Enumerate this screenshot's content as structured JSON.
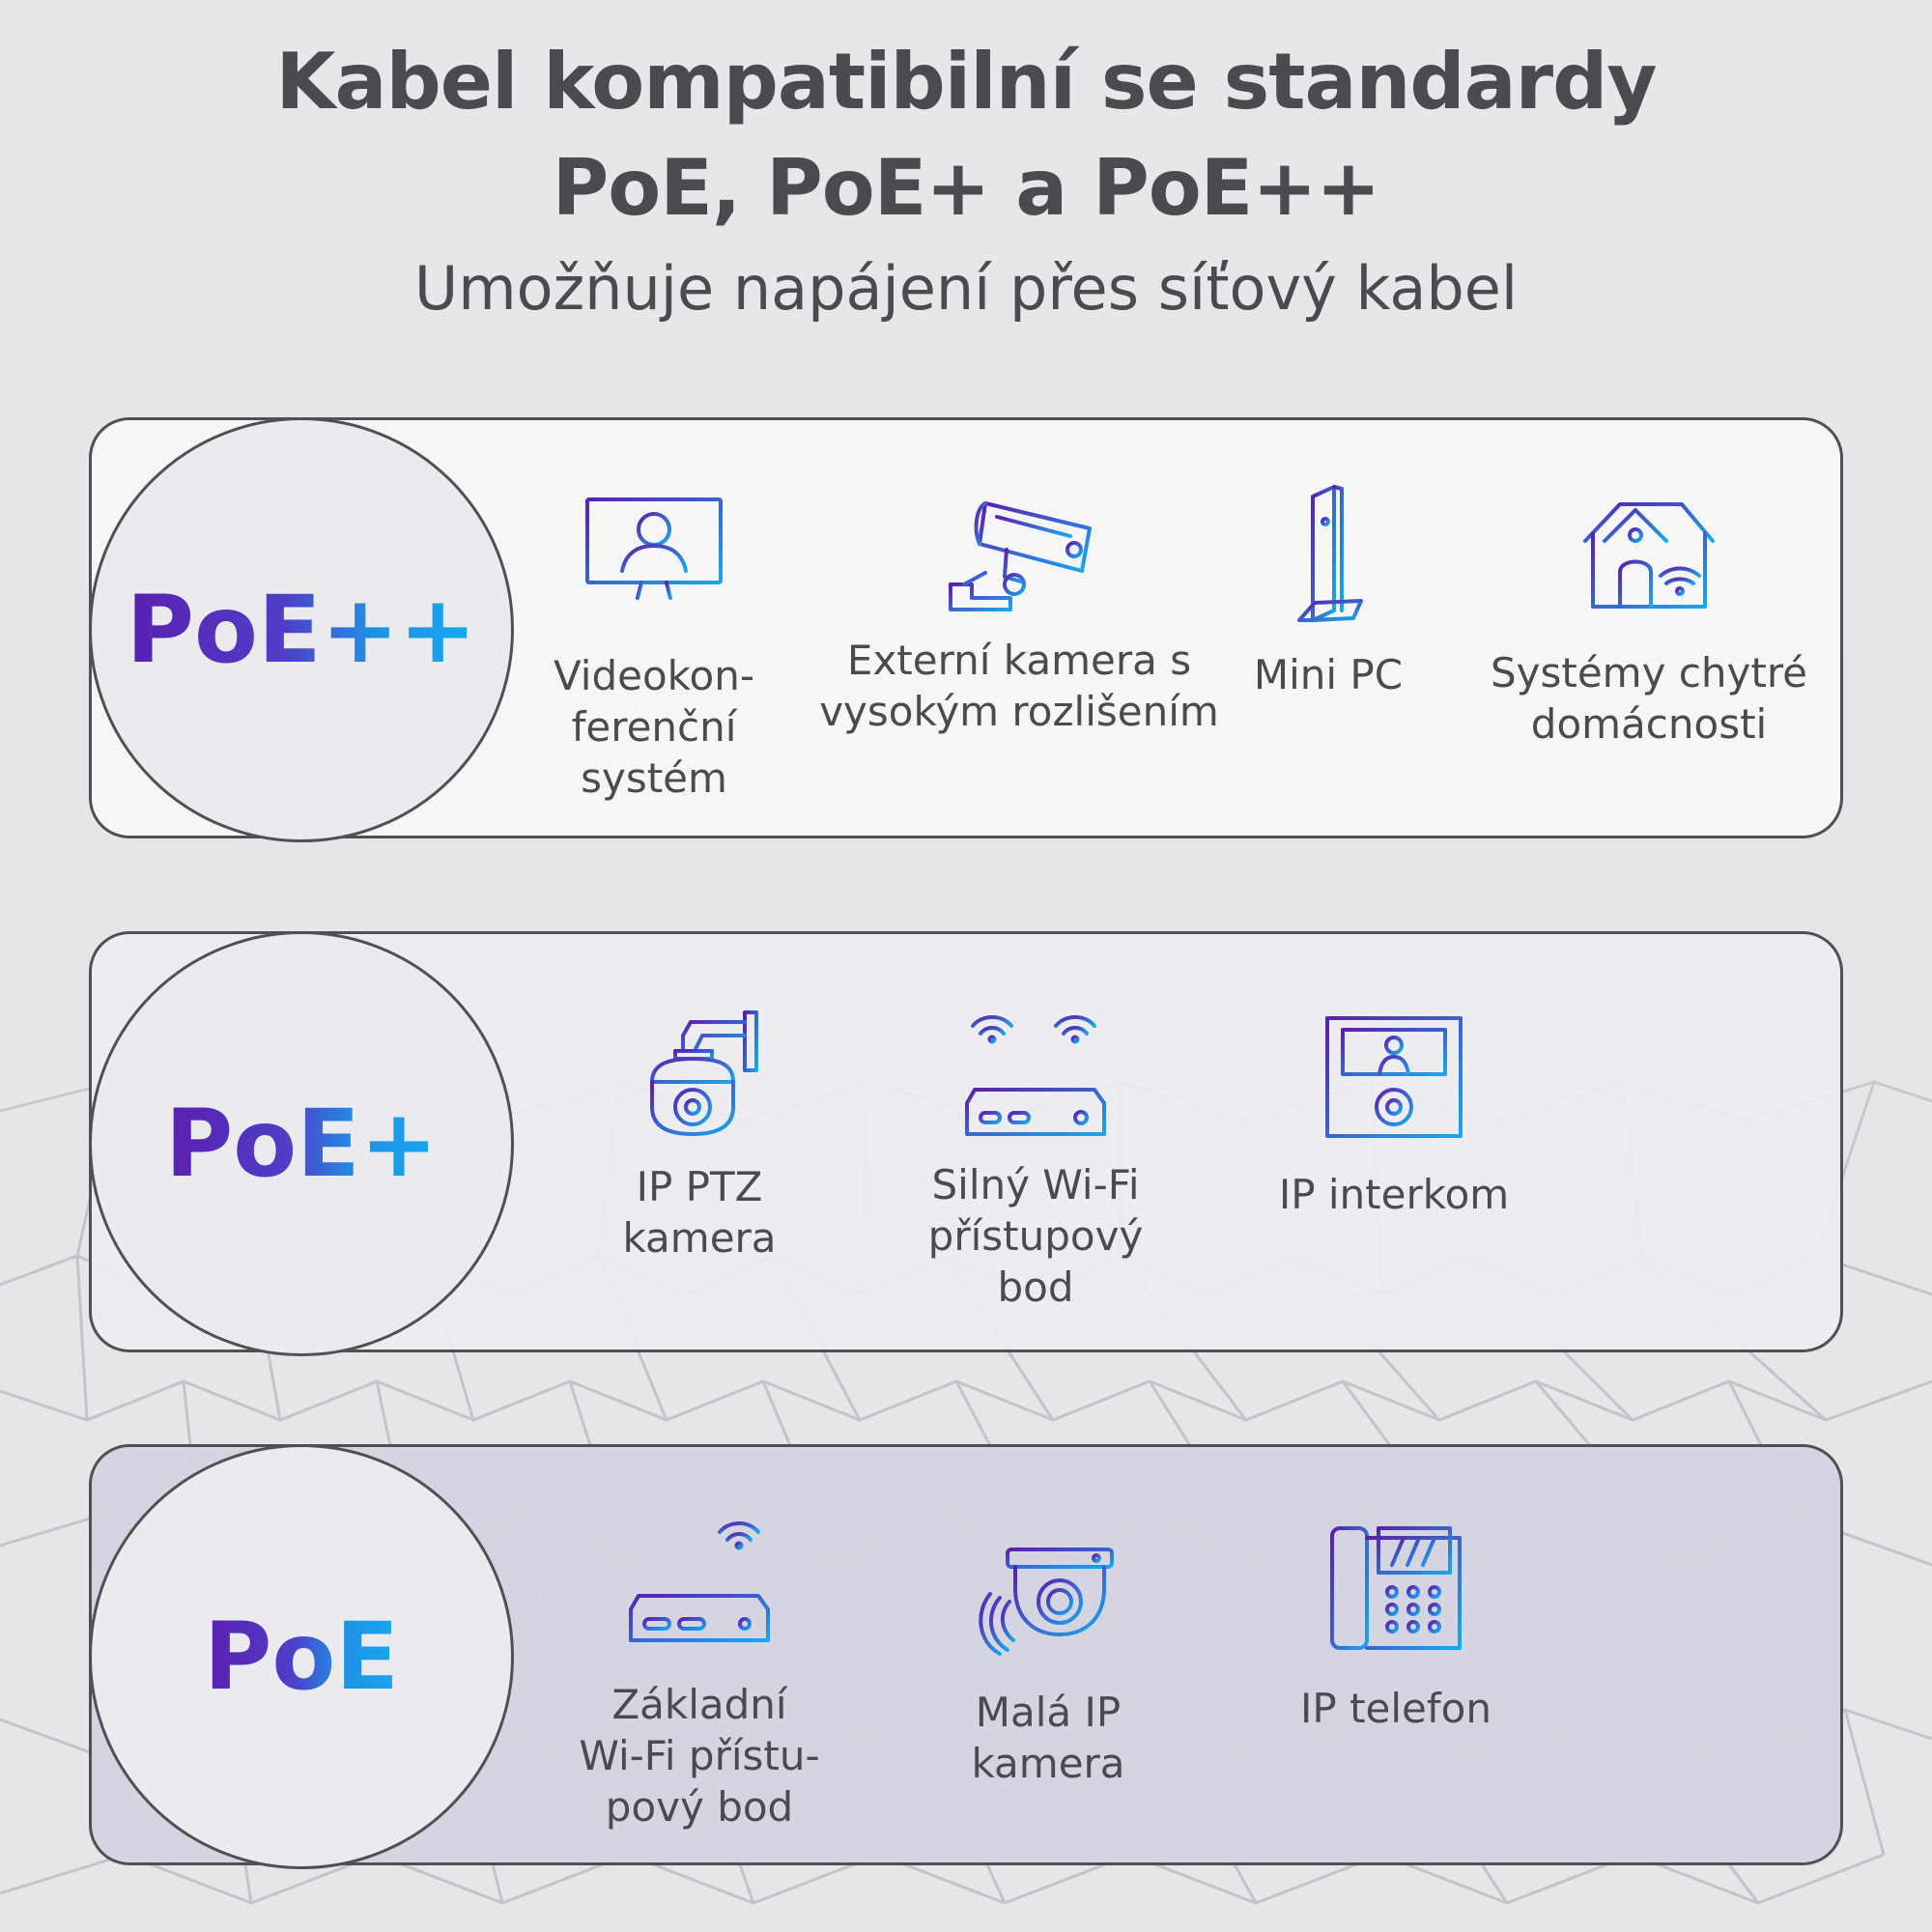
{
  "header": {
    "title_line1": "Kabel kompatibilní se standardy",
    "title_line2": "PoE, PoE+ a PoE++",
    "subtitle": "Umožňuje napájení přes síťový kabel"
  },
  "colors": {
    "text": "#4a4a4f",
    "gradient_start": "#5b1fb0",
    "gradient_end": "#18a8ee",
    "panel_border": "#4f4f55"
  },
  "rows": [
    {
      "badge": "PoE++",
      "items": [
        {
          "icon": "video-conference-monitor-icon",
          "label": "Videokon-\nferenční\nsystém"
        },
        {
          "icon": "security-camera-icon",
          "label": "Externí kamera s\nvysokým rozlišením"
        },
        {
          "icon": "mini-pc-icon",
          "label": "Mini PC"
        },
        {
          "icon": "smart-home-icon",
          "label": "Systémy chytré\ndomácnosti"
        }
      ]
    },
    {
      "badge": "PoE+",
      "items": [
        {
          "icon": "ptz-camera-icon",
          "label": "IP PTZ\nkamera"
        },
        {
          "icon": "wifi-router-dual-antenna-icon",
          "label": "Silný Wi-Fi\npřístupový\nbod"
        },
        {
          "icon": "intercom-icon",
          "label": "IP interkom"
        }
      ]
    },
    {
      "badge": "PoE",
      "items": [
        {
          "icon": "wifi-router-icon",
          "label": "Základní\nWi-Fi přístu-\npový bod"
        },
        {
          "icon": "dome-camera-icon",
          "label": "Malá IP\nkamera"
        },
        {
          "icon": "ip-phone-icon",
          "label": "IP telefon"
        }
      ]
    }
  ]
}
